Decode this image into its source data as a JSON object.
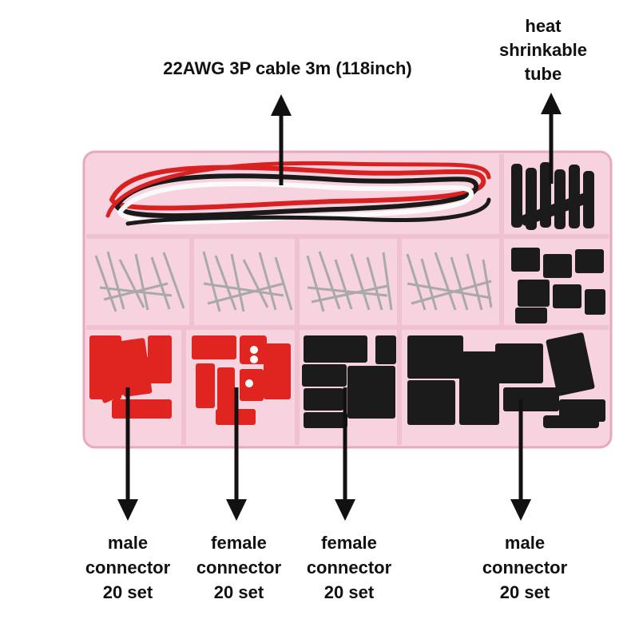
{
  "labels": {
    "cable": "22AWG 3P cable 3m (118inch)",
    "heat_tube": "heat\nshrinkable\ntube",
    "male_connector_left": "male\nconnector\n20 set",
    "female_connector_red": "female\nconnector\n20 set",
    "female_connector_black": "female\nconnector\n20 set",
    "male_connector_right": "male\nconnector\n20 set"
  },
  "colors": {
    "box": "#f7d3df",
    "box_border": "#e7a9be",
    "divider": "#efc1d1",
    "cable_red": "#d92121",
    "cable_black": "#1a1a1a",
    "cable_white": "#fafafa",
    "connector_red": "#e0241f",
    "connector_black": "#1b1b1b",
    "terminal": "#c9c9c9"
  }
}
